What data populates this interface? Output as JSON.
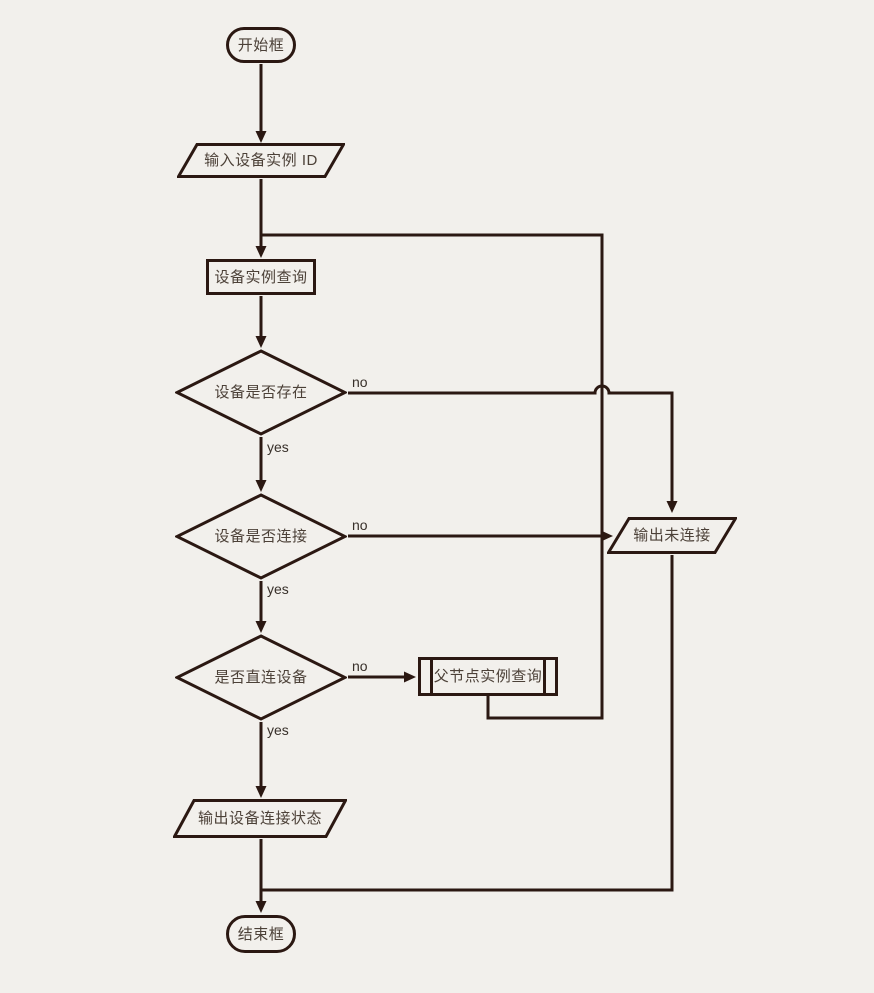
{
  "colors": {
    "background": "#f2f0ec",
    "stroke": "#2b1812",
    "node_text": "#4c4138",
    "edge_label_text": "#38302a"
  },
  "nodes": {
    "start": {
      "label": "开始框",
      "type": "terminator"
    },
    "input_id": {
      "label": "输入设备实例 ID",
      "type": "io"
    },
    "query_instance": {
      "label": "设备实例查询",
      "type": "process"
    },
    "exists": {
      "label": "设备是否存在",
      "type": "decision"
    },
    "connected": {
      "label": "设备是否连接",
      "type": "decision"
    },
    "direct": {
      "label": "是否直连设备",
      "type": "decision"
    },
    "parent_query": {
      "label": "父节点实例查询",
      "type": "predefined_process"
    },
    "output_not_connected": {
      "label": "输出未连接",
      "type": "io"
    },
    "output_status": {
      "label": "输出设备连接状态",
      "type": "io"
    },
    "end": {
      "label": "结束框",
      "type": "terminator"
    }
  },
  "edge_labels": {
    "exists_no": "no",
    "exists_yes": "yes",
    "connected_no": "no",
    "connected_yes": "yes",
    "direct_no": "no",
    "direct_yes": "yes"
  }
}
